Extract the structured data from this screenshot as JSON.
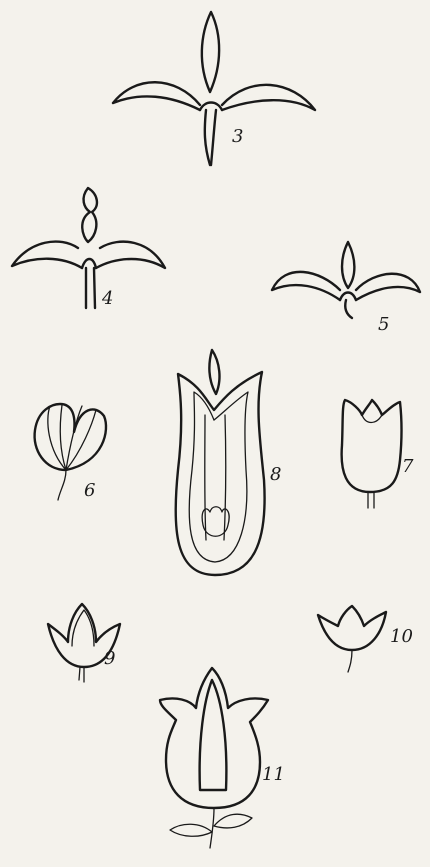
{
  "plate": {
    "figures": [
      {
        "number": "3",
        "motif": "trefoil"
      },
      {
        "number": "4",
        "motif": "budded-trefoil"
      },
      {
        "number": "5",
        "motif": "small-trefoil"
      },
      {
        "number": "6",
        "motif": "closed-bud"
      },
      {
        "number": "7",
        "motif": "tulip"
      },
      {
        "number": "8",
        "motif": "nested-tulip"
      },
      {
        "number": "9",
        "motif": "open-flower"
      },
      {
        "number": "10",
        "motif": "bell-flower"
      },
      {
        "number": "11",
        "motif": "hatched-tulip"
      }
    ]
  }
}
